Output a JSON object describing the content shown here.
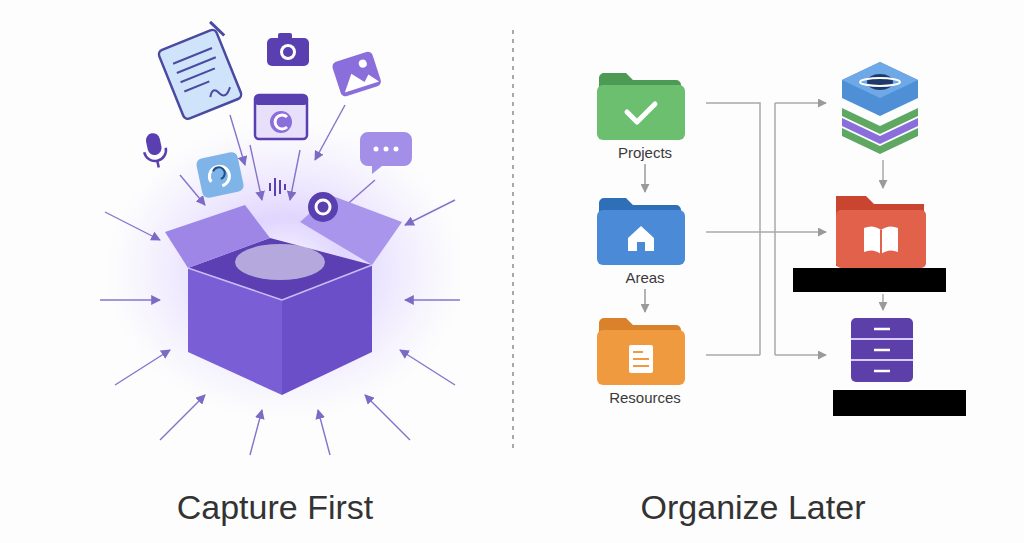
{
  "diagram": {
    "nodes": [
      {
        "text": [
          "Projects"
        ]
      },
      {
        "text": [
          "Areas"
        ]
      },
      {
        "text": [
          "Resources"
        ]
      }
    ],
    "edges": [
      {
        "from": 0,
        "to": 1,
        "arrow": "to"
      },
      {
        "from": 1,
        "to": 2,
        "arrow": "to"
      }
    ],
    "labels": [
      "Capture First",
      "Organize Later"
    ]
  }
}
